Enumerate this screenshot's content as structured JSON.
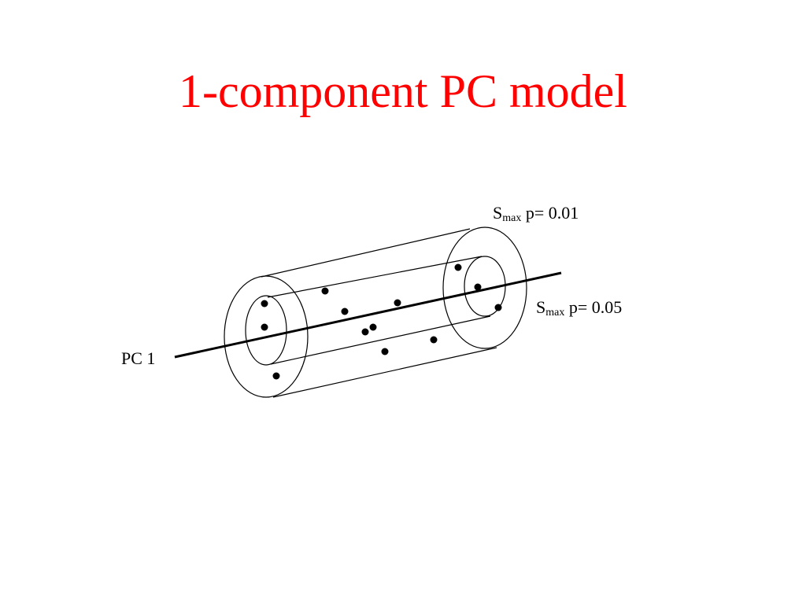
{
  "slide": {
    "title": "1-component PC model"
  },
  "labels": {
    "outer": {
      "symbol": "S",
      "sub": "max",
      "text": " p= 0.01"
    },
    "inner": {
      "symbol": "S",
      "sub": "max",
      "text": " p= 0.05"
    },
    "axis": "PC 1"
  },
  "colors": {
    "title": "#ff0000",
    "ink": "#000000",
    "background": "#ffffff"
  }
}
